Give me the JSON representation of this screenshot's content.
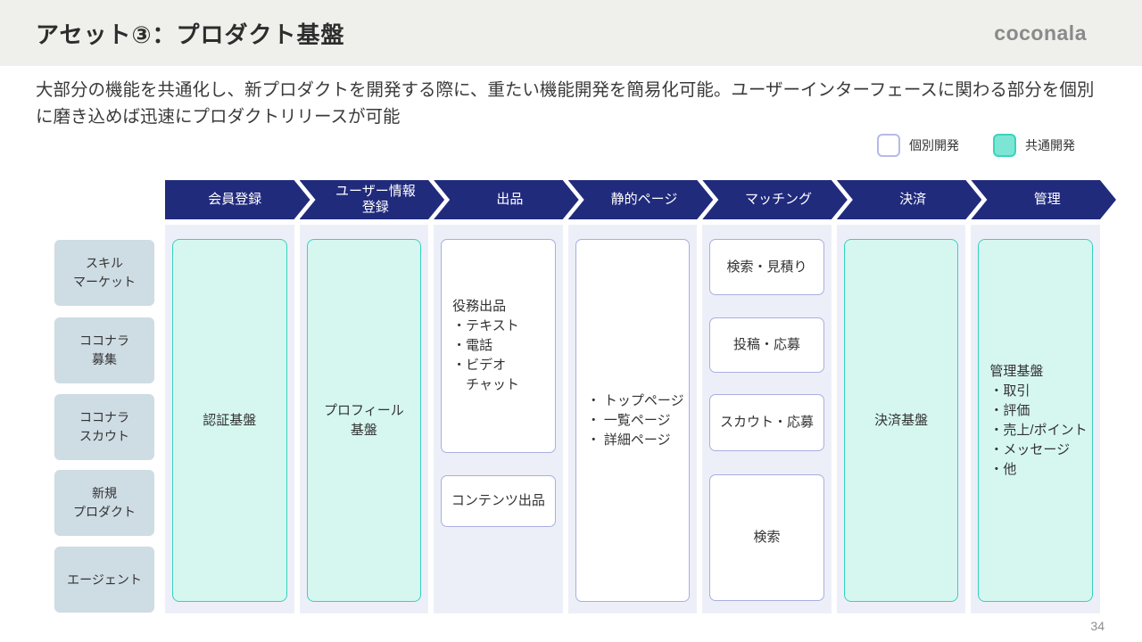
{
  "slide": {
    "title": "アセット③：プロダクト基盤",
    "logo": "coconala",
    "description": "大部分の機能を共通化し、新プロダクトを開発する際に、重たい機能開発を簡易化可能。ユーザーインターフェースに関わる部分を個別に磨き込めば迅速にプロダクトリリースが可能",
    "page_number": "34"
  },
  "legend": {
    "individual_label": "個別開発",
    "common_label": "共通開発"
  },
  "colors": {
    "header_navy": "#212b7c",
    "common_fill": "#d6f7f0",
    "common_border": "#36d1bd",
    "legend_common_fill": "#7de5d3",
    "individual_border": "#a9aee0",
    "column_strip_bg": "#edeff8",
    "row_label_bg": "#cedce3",
    "title_band_bg": "#efefec"
  },
  "rows": [
    {
      "label": "スキル\nマーケット"
    },
    {
      "label": "ココナラ\n募集"
    },
    {
      "label": "ココナラ\nスカウト"
    },
    {
      "label": "新規\nプロダクト"
    },
    {
      "label": "エージェント"
    }
  ],
  "columns": [
    {
      "header": "会員登録",
      "boxes": [
        {
          "text": "認証基盤",
          "type": "common"
        }
      ]
    },
    {
      "header": "ユーザー情報\n登録",
      "boxes": [
        {
          "text": "プロフィール\n基盤",
          "type": "common"
        }
      ]
    },
    {
      "header": "出品",
      "boxes": [
        {
          "text": "役務出品\n・テキスト\n・電話\n・ビデオ\n　チャット",
          "type": "individual"
        },
        {
          "text": "コンテンツ出品",
          "type": "individual"
        }
      ]
    },
    {
      "header": "静的ページ",
      "boxes": [
        {
          "text": "・ トップページ\n・ 一覧ページ\n・ 詳細ページ",
          "type": "individual"
        }
      ]
    },
    {
      "header": "マッチング",
      "boxes": [
        {
          "text": "検索・見積り",
          "type": "individual"
        },
        {
          "text": "投稿・応募",
          "type": "individual"
        },
        {
          "text": "スカウト・応募",
          "type": "individual"
        },
        {
          "text": "検索",
          "type": "individual"
        }
      ]
    },
    {
      "header": "決済",
      "boxes": [
        {
          "text": "決済基盤",
          "type": "common"
        }
      ]
    },
    {
      "header": "管理",
      "boxes": [
        {
          "text": "管理基盤\n・取引\n・評価\n・売上/ポイント\n・メッセージ\n・他",
          "type": "common"
        }
      ]
    }
  ]
}
